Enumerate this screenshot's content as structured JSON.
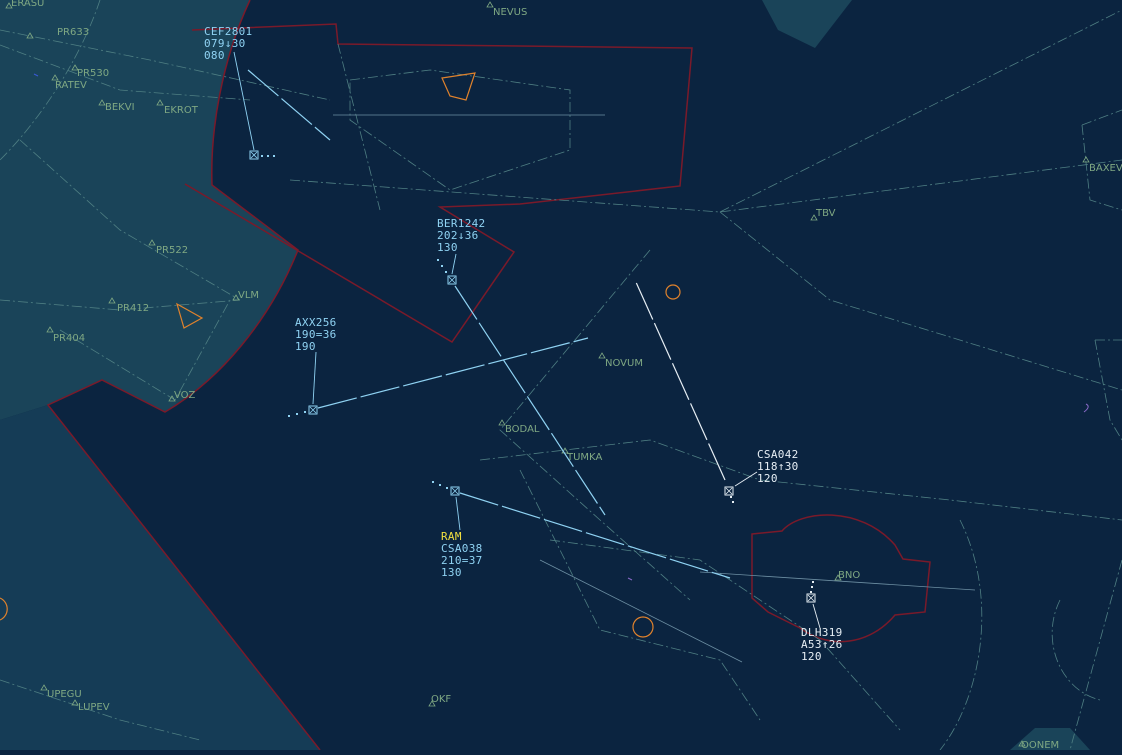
{
  "colors": {
    "background": "#0b2440",
    "adjacent_sector": "#1a4459",
    "sector_border": "#7a1a2a",
    "route_line": "#4f7f83",
    "waypoint": "#7fa883",
    "track_assumed": "#8fd2f2",
    "track_other": "#e6eef4",
    "flag_yellow": "#f2e040",
    "restricted_area": "#e0822c"
  },
  "waypoints": [
    {
      "id": "ERASU",
      "label": "ERASU"
    },
    {
      "id": "NEVUS",
      "label": "NEVUS"
    },
    {
      "id": "PR633",
      "label": "PR633"
    },
    {
      "id": "PR530",
      "label": "PR530"
    },
    {
      "id": "RATEV",
      "label": "RATEV"
    },
    {
      "id": "BEKVI",
      "label": "BEKVI"
    },
    {
      "id": "EKROT",
      "label": "EKROT"
    },
    {
      "id": "PR522",
      "label": "PR522"
    },
    {
      "id": "VLM",
      "label": "VLM"
    },
    {
      "id": "PR412",
      "label": "PR412"
    },
    {
      "id": "PR404",
      "label": "PR404"
    },
    {
      "id": "VOZ",
      "label": "VOZ"
    },
    {
      "id": "TBV",
      "label": "TBV"
    },
    {
      "id": "BAXEV",
      "label": "BAXEV"
    },
    {
      "id": "NOVUM",
      "label": "NOVUM"
    },
    {
      "id": "BODAL",
      "label": "BODAL"
    },
    {
      "id": "TUMKA",
      "label": "TUMKA"
    },
    {
      "id": "BNO",
      "label": "BNO"
    },
    {
      "id": "OKF",
      "label": "OKF"
    },
    {
      "id": "UPEGU",
      "label": "UPEGU"
    },
    {
      "id": "LUPEV",
      "label": "LUPEV"
    },
    {
      "id": "OONEM",
      "label": "OONEM"
    }
  ],
  "tracks": [
    {
      "id": "CEF2801",
      "flag": "",
      "lines": [
        "CEF2801",
        "079↓30",
        "080"
      ],
      "color": "assumed"
    },
    {
      "id": "BER1242",
      "flag": "",
      "lines": [
        "BER1242",
        "202↓36",
        "130"
      ],
      "color": "assumed"
    },
    {
      "id": "AXX256",
      "flag": "",
      "lines": [
        "AXX256",
        "190=36",
        "190"
      ],
      "color": "assumed"
    },
    {
      "id": "CSA038",
      "flag": "RAM",
      "lines": [
        "CSA038",
        "210=37",
        "130"
      ],
      "color": "assumed"
    },
    {
      "id": "CSA042",
      "flag": "",
      "lines": [
        "CSA042",
        "118↑30",
        "120"
      ],
      "color": "other"
    },
    {
      "id": "DLH319",
      "flag": "",
      "lines": [
        "DLH319",
        "A53↑26",
        "120"
      ],
      "color": "other"
    }
  ]
}
